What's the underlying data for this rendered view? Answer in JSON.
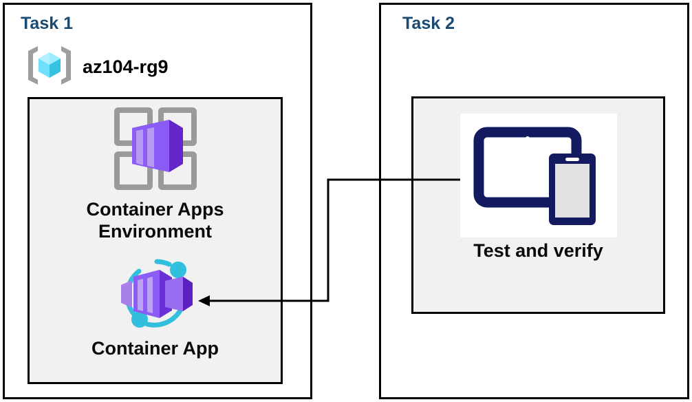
{
  "diagram": {
    "title": "Azure Container Apps lab diagram",
    "background_color": "#ffffff",
    "panel_border_color": "#000000",
    "inner_box_color": "#f1f1f1",
    "task_label_color": "#1a4971",
    "caption_color": "#0a0a0a",
    "connector_color": "#000000"
  },
  "task1": {
    "label": "Task 1",
    "resource_group": {
      "name": "az104-rg9",
      "icon": "resource-group-icon",
      "icon_colors": {
        "bracket": "#9e9e9e",
        "cube_light": "#9cebff",
        "cube_mid": "#50d9f7",
        "cube_dark": "#35c1e0"
      }
    },
    "items": [
      {
        "icon": "container-apps-environment-icon",
        "caption": "Container Apps\nEnvironment",
        "icon_colors": {
          "frame": "#9a9a9a",
          "box_light": "#a97fe8",
          "box_mid": "#8b5cf6",
          "box_dark": "#6b2fd6"
        }
      },
      {
        "icon": "container-app-icon",
        "caption": "Container App",
        "icon_colors": {
          "arc": "#32bedd",
          "dot": "#32bedd",
          "box_light": "#a97fe8",
          "box_mid": "#8b5cf6",
          "box_dark": "#6b2fd6"
        }
      }
    ]
  },
  "task2": {
    "label": "Task 2",
    "items": [
      {
        "icon": "test-and-verify-devices-icon",
        "caption": "Test and verify",
        "icon_colors": {
          "device_outline": "#141a60",
          "screen": "#e2e2e4",
          "plate": "#ffffff"
        }
      }
    ]
  },
  "connector": {
    "name": "test-to-container-app-arrow",
    "direction": "from Test and verify to Container App",
    "arrowhead": "left"
  }
}
